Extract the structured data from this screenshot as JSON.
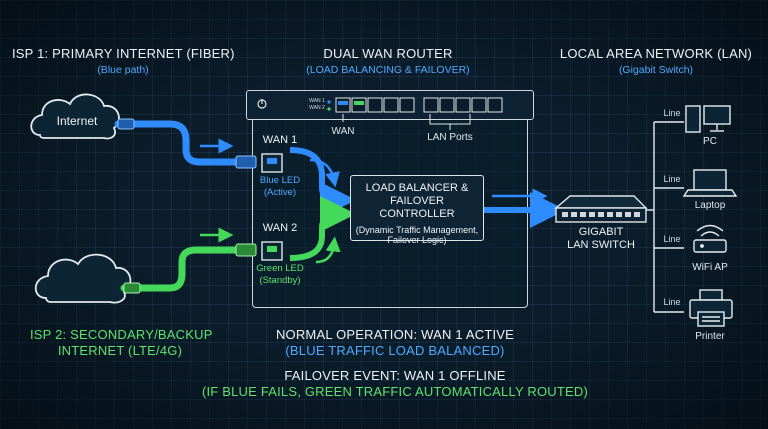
{
  "isp1": {
    "title": "ISP 1: PRIMARY INTERNET (FIBER)",
    "subtitle": "(Blue path)"
  },
  "isp2": {
    "title_line1": "ISP 2: SECONDARY/BACKUP",
    "title_line2": "INTERNET (LTE/4G)"
  },
  "router": {
    "title": "DUAL WAN ROUTER",
    "subtitle": "(LOAD BALANCING & FAILOVER)",
    "wan_label": "WAN",
    "lan_ports_label": "LAN Ports",
    "led_wan1": "WAN 1",
    "led_wan2": "WAN 2"
  },
  "lan": {
    "title": "LOCAL AREA NETWORK (LAN)",
    "subtitle": "(Gigabit Switch)"
  },
  "internet_label": "Internet",
  "wan1": {
    "label": "WAN 1",
    "led": "Blue LED",
    "state": "(Active)"
  },
  "wan2": {
    "label": "WAN 2",
    "led": "Green LED",
    "state": "(Standby)"
  },
  "controller": {
    "line1": "LOAD BALANCER &",
    "line2": "FAILOVER CONTROLLER",
    "line3": "(Dynamic Traffic Management,",
    "line4": "Failover Logic)"
  },
  "switch": {
    "line1": "GIGABIT",
    "line2": "LAN SWITCH"
  },
  "devices": [
    {
      "line": "Line",
      "name": "PC",
      "icon": "pc-icon"
    },
    {
      "line": "Line",
      "name": "Laptop",
      "icon": "laptop-icon"
    },
    {
      "line": "Line",
      "name": "WiFi AP",
      "icon": "wifi-ap-icon"
    },
    {
      "line": "Line",
      "name": "Printer",
      "icon": "printer-icon"
    }
  ],
  "normal": {
    "line1": "NORMAL OPERATION: WAN 1 ACTIVE",
    "line2": "(BLUE TRAFFIC LOAD BALANCED)"
  },
  "failover": {
    "line1": "FAILOVER EVENT: WAN 1 OFFLINE",
    "line2": "(IF BLUE FAILS, GREEN TRAFFIC AUTOMATICALLY ROUTED)"
  },
  "colors": {
    "blue": "#2f8cff",
    "green": "#44d95a",
    "line": "#e6ecef"
  }
}
